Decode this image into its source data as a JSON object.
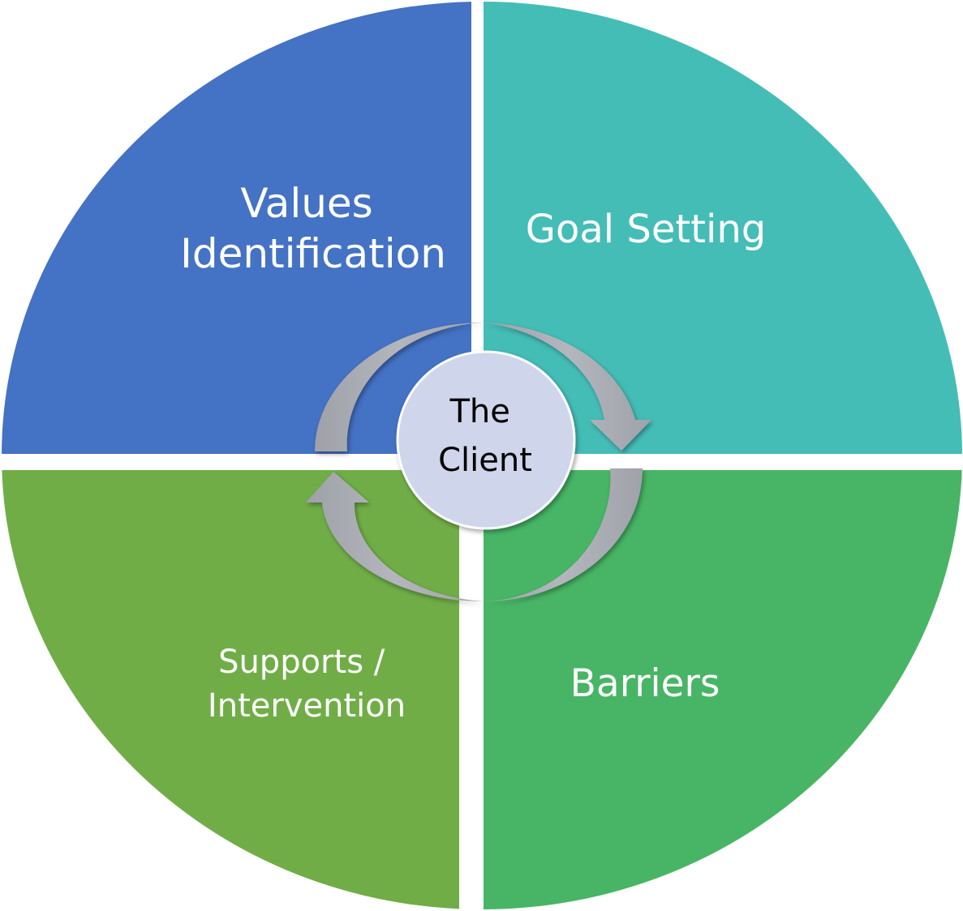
{
  "diagram": {
    "center": {
      "label_line1": "The",
      "label_line2": "Client",
      "color": "#cfd5ea"
    },
    "quadrants": [
      {
        "id": "top-left",
        "lines": [
          "Values",
          "Identification"
        ],
        "color": "#4472c4"
      },
      {
        "id": "top-right",
        "lines": [
          "Goal Setting"
        ],
        "color": "#44bdb6"
      },
      {
        "id": "bottom-right",
        "lines": [
          "Barriers"
        ],
        "color": "#47b565"
      },
      {
        "id": "bottom-left",
        "lines": [
          "Supports /",
          "Intervention"
        ],
        "color": "#70ad47"
      }
    ],
    "cycle_direction": "clockwise",
    "arrow_color": "#a9abb4"
  }
}
